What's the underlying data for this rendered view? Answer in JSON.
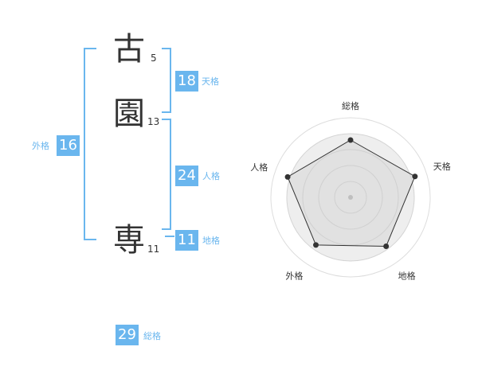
{
  "name_chars": [
    {
      "char": "古",
      "strokes": "5"
    },
    {
      "char": "園",
      "strokes": "13"
    },
    {
      "char": "専",
      "strokes": "11"
    }
  ],
  "kakusu": {
    "tenkaku": {
      "value": "18",
      "label": "天格"
    },
    "jinkaku": {
      "value": "24",
      "label": "人格"
    },
    "chikaku": {
      "value": "11",
      "label": "地格"
    },
    "gaikaku": {
      "value": "16",
      "label": "外格"
    },
    "soukaku": {
      "value": "29",
      "label": "総格"
    }
  },
  "colors": {
    "accent": "#6ab6ee",
    "text": "#333333",
    "grid": "#cccccc"
  },
  "chart_data": {
    "type": "radar",
    "axes": [
      "総格",
      "天格",
      "地格",
      "外格",
      "人格"
    ],
    "values": [
      0.72,
      0.85,
      0.76,
      0.74,
      0.83
    ],
    "range": [
      0,
      1
    ],
    "rings": 4
  }
}
